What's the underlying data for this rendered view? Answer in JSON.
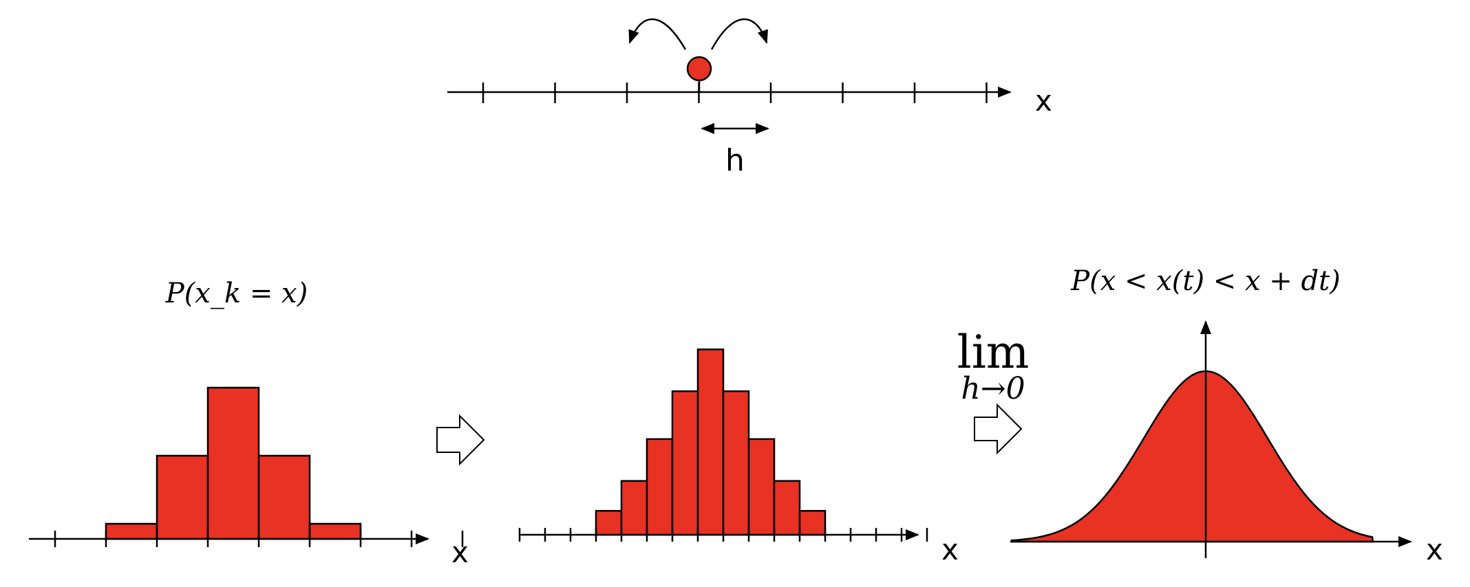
{
  "colors": {
    "fill": "#E83224",
    "stroke": "#000000",
    "background": "#ffffff"
  },
  "random_walk": {
    "axis_label": "x",
    "step_label": "h"
  },
  "panels": {
    "discrete": {
      "title": "P(x_k = x)",
      "axis_label": "x",
      "bar_heights": [
        0.1,
        0.55,
        1.0,
        0.55,
        0.1
      ]
    },
    "refined": {
      "axis_label": "x",
      "bar_heights": [
        0.12,
        0.27,
        0.48,
        0.72,
        0.93,
        0.72,
        0.48,
        0.27,
        0.12
      ]
    },
    "continuous": {
      "title": "P(x < x(t) < x + dt)",
      "axis_label": "x"
    }
  },
  "limit": {
    "operator": "lim",
    "subscript": "h→0"
  }
}
